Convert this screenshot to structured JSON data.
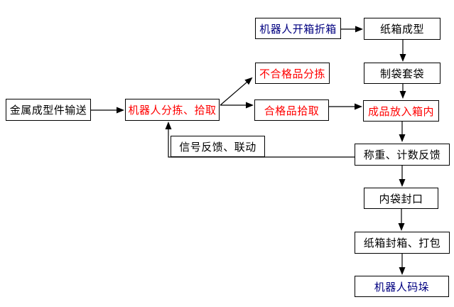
{
  "diagram": {
    "kind": "flowchart",
    "background": "#ffffff",
    "colors": {
      "red": "#ff0000",
      "navy": "#000080",
      "black": "#000000",
      "border": "#000000",
      "connector": "#000000"
    },
    "nodes": [
      {
        "id": "metal-infeed",
        "label": "金属成型件输送",
        "color": "black"
      },
      {
        "id": "robot-sort",
        "label": "机器人分拣、拾取",
        "color": "red"
      },
      {
        "id": "reject-sort",
        "label": "不合格品分拣",
        "color": "red"
      },
      {
        "id": "accept-pick",
        "label": "合格品拾取",
        "color": "red"
      },
      {
        "id": "robot-carton-open",
        "label": "机器人开箱折箱",
        "color": "navy"
      },
      {
        "id": "carton-form",
        "label": "纸箱成型",
        "color": "black"
      },
      {
        "id": "bag-make",
        "label": "制袋套袋",
        "color": "black"
      },
      {
        "id": "product-into-box",
        "label": "成品放入箱内",
        "color": "red"
      },
      {
        "id": "weigh-count",
        "label": "称重、计数反馈",
        "color": "black"
      },
      {
        "id": "signal-feedback",
        "label": "信号反馈、联动",
        "color": "black"
      },
      {
        "id": "inner-bag-seal",
        "label": "内袋封口",
        "color": "black"
      },
      {
        "id": "carton-seal-pack",
        "label": "纸箱封箱、打包",
        "color": "black"
      },
      {
        "id": "robot-palletize",
        "label": "机器人码垛",
        "color": "navy"
      }
    ],
    "edges": [
      {
        "from": "metal-infeed",
        "to": "robot-sort"
      },
      {
        "from": "robot-sort",
        "to": "reject-sort"
      },
      {
        "from": "robot-sort",
        "to": "accept-pick"
      },
      {
        "from": "robot-carton-open",
        "to": "carton-form"
      },
      {
        "from": "carton-form",
        "to": "bag-make"
      },
      {
        "from": "bag-make",
        "to": "product-into-box"
      },
      {
        "from": "accept-pick",
        "to": "product-into-box"
      },
      {
        "from": "product-into-box",
        "to": "weigh-count"
      },
      {
        "from": "weigh-count",
        "to": "robot-sort",
        "via": "signal-feedback"
      },
      {
        "from": "weigh-count",
        "to": "inner-bag-seal"
      },
      {
        "from": "inner-bag-seal",
        "to": "carton-seal-pack"
      },
      {
        "from": "carton-seal-pack",
        "to": "robot-palletize"
      }
    ]
  }
}
